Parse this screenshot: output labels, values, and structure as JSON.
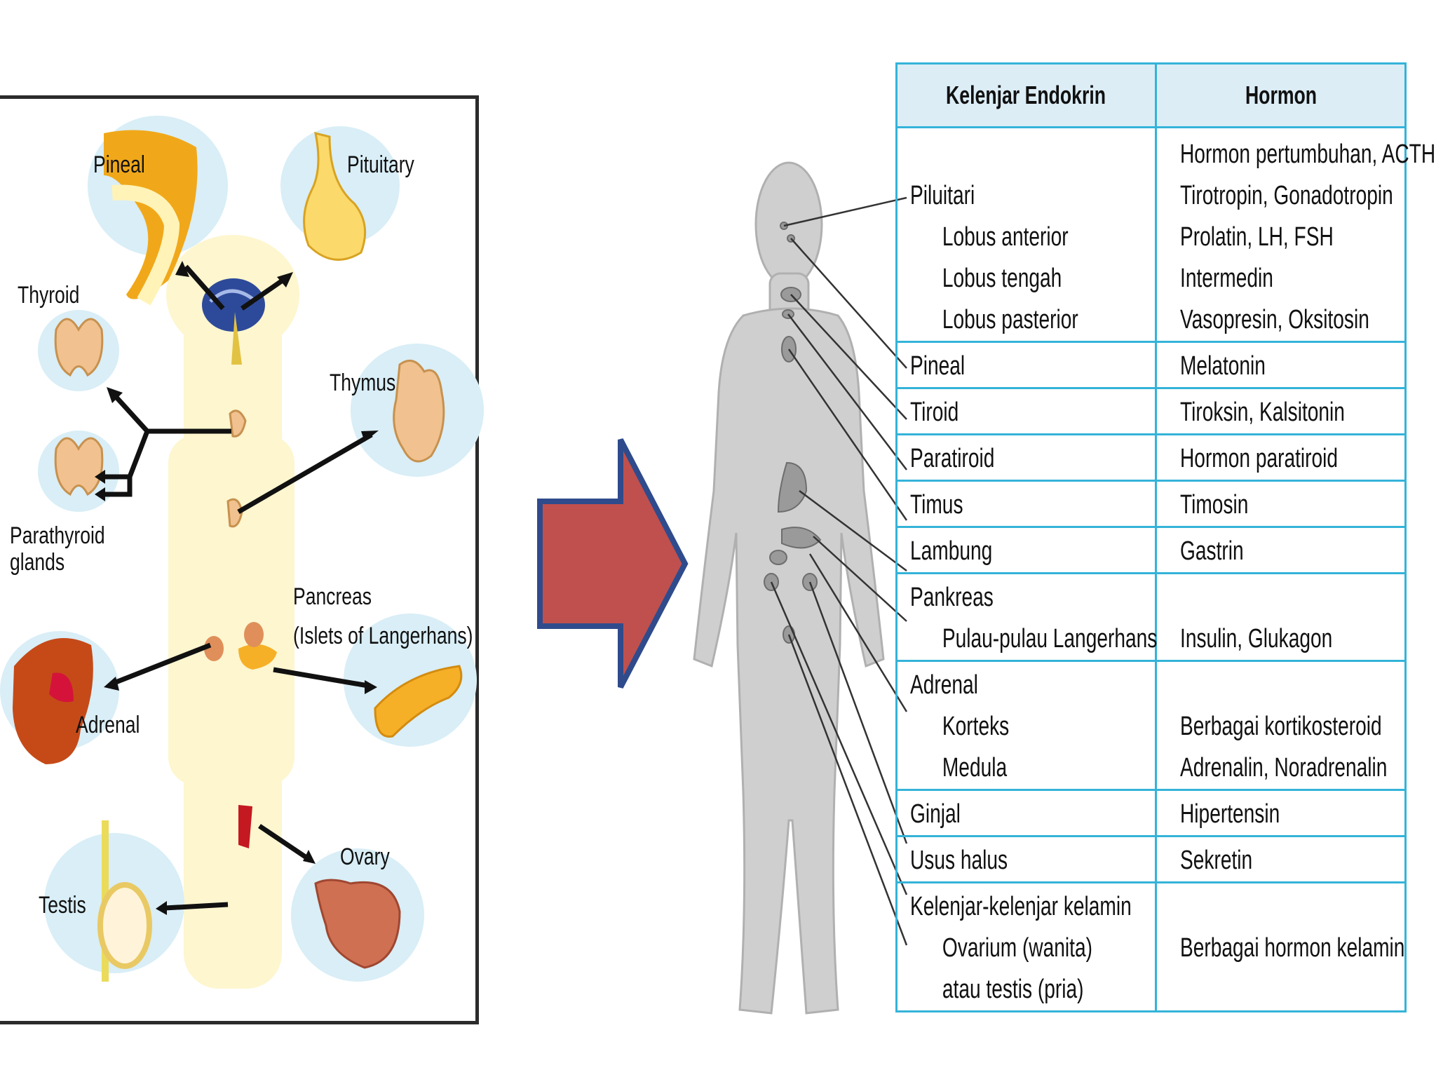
{
  "left_diagram": {
    "labels": {
      "pineal": "Pineal",
      "pituitary": "Pituitary",
      "thyroid": "Thyroid",
      "thymus": "Thymus",
      "parathyroid": "Parathyroid\nglands",
      "pancreas": "Pancreas",
      "islets": "(Islets of Langerhans)",
      "adrenal": "Adrenal",
      "ovary": "Ovary",
      "testis": "Testis"
    }
  },
  "arrow": {
    "color": "#c0504d",
    "border": "#2f4b8c"
  },
  "table": {
    "headers": [
      "Kelenjar Endokrin",
      "Hormon"
    ],
    "rows": [
      {
        "gland": [
          "Piluitari",
          "Lobus anterior",
          "Lobus tengah",
          "Lobus pasterior"
        ],
        "indent": [
          false,
          true,
          true,
          true
        ],
        "hormone": [
          "Hormon pertumbuhan, ACTH",
          "Tirotropin, Gonadotropin",
          "Prolatin, LH, FSH",
          "Intermedin",
          "Vasopresin, Oksitosin"
        ],
        "hormone_offset": 0
      },
      {
        "gland": [
          "Pineal"
        ],
        "indent": [
          false
        ],
        "hormone": [
          "Melatonin"
        ],
        "hormone_offset": 0
      },
      {
        "gland": [
          "Tiroid"
        ],
        "indent": [
          false
        ],
        "hormone": [
          "Tiroksin, Kalsitonin"
        ],
        "hormone_offset": 0
      },
      {
        "gland": [
          "Paratiroid"
        ],
        "indent": [
          false
        ],
        "hormone": [
          "Hormon paratiroid"
        ],
        "hormone_offset": 0
      },
      {
        "gland": [
          "Timus"
        ],
        "indent": [
          false
        ],
        "hormone": [
          "Timosin"
        ],
        "hormone_offset": 0
      },
      {
        "gland": [
          "Lambung"
        ],
        "indent": [
          false
        ],
        "hormone": [
          "Gastrin"
        ],
        "hormone_offset": 0
      },
      {
        "gland": [
          "Pankreas",
          "Pulau-pulau Langerhans"
        ],
        "indent": [
          false,
          true
        ],
        "hormone": [
          "Insulin, Glukagon"
        ],
        "hormone_offset": 1
      },
      {
        "gland": [
          "Adrenal",
          "Korteks",
          "Medula"
        ],
        "indent": [
          false,
          true,
          true
        ],
        "hormone": [
          "Berbagai kortikosteroid",
          "Adrenalin, Noradrenalin"
        ],
        "hormone_offset": 1
      },
      {
        "gland": [
          "Ginjal"
        ],
        "indent": [
          false
        ],
        "hormone": [
          "Hipertensin"
        ],
        "hormone_offset": 0
      },
      {
        "gland": [
          "Usus halus"
        ],
        "indent": [
          false
        ],
        "hormone": [
          "Sekretin"
        ],
        "hormone_offset": 0
      },
      {
        "gland": [
          "Kelenjar-kelenjar kelamin",
          "Ovarium (wanita)",
          "atau testis (pria)"
        ],
        "indent": [
          false,
          true,
          true
        ],
        "hormone": [
          "Berbagai hormon kelamin"
        ],
        "hormone_offset": 1
      }
    ]
  }
}
